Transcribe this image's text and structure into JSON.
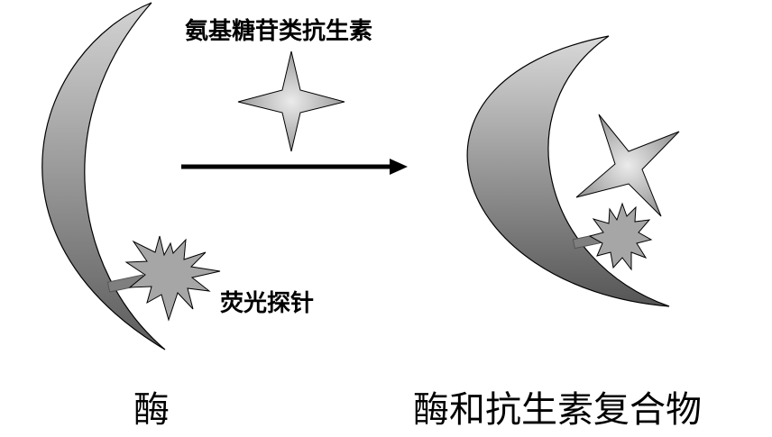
{
  "labels": {
    "antibiotic": "氨基糖苷类抗生素",
    "probe": "荧光探针",
    "enzyme": "酶",
    "complex": "酶和抗生素复合物"
  },
  "colors": {
    "enzyme_light": "#d4d4d4",
    "enzyme_dark": "#5c5c5c",
    "star_light": "#ebebeb",
    "star_dark": "#8a8a8a",
    "probe_fill": "#a6a6a6",
    "linker": "#7f7f7f",
    "arrow": "#000000"
  }
}
